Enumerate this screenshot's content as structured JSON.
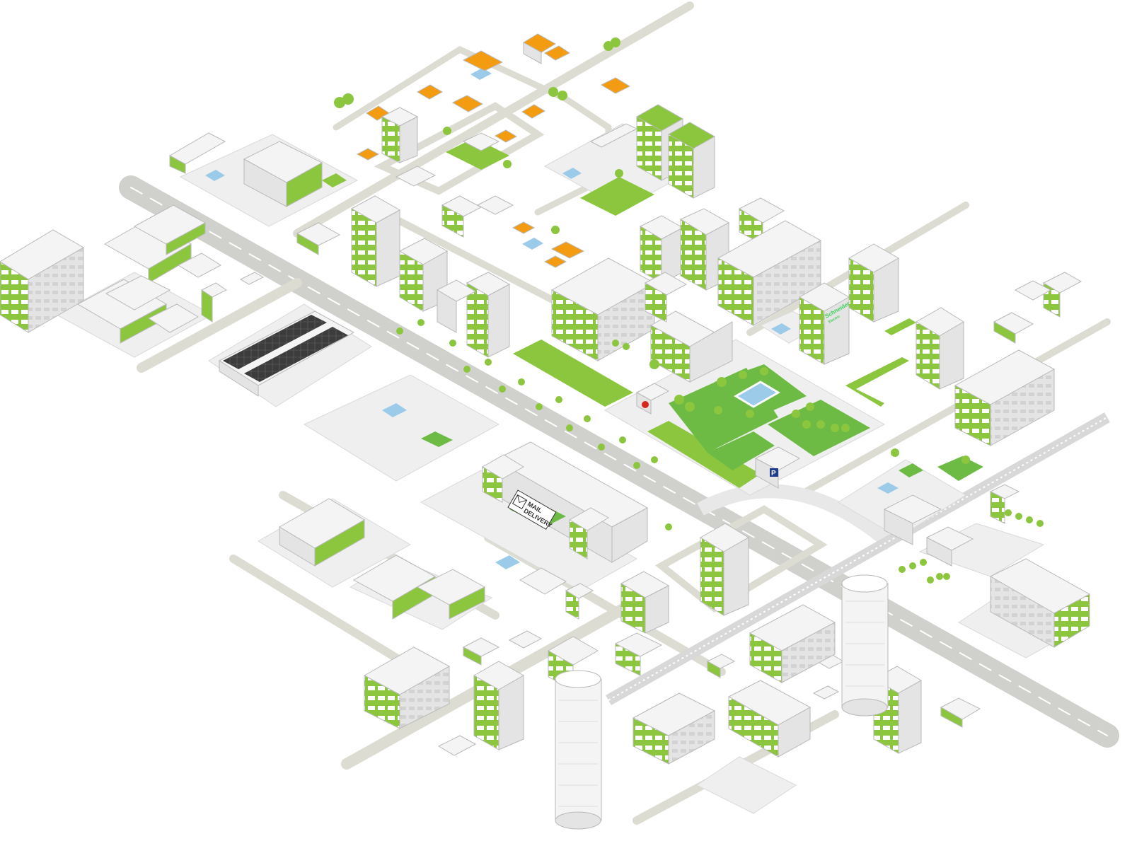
{
  "scene": {
    "colors": {
      "background": "#ffffff",
      "road": "#dcdcd2",
      "highway": "#d0d0cc",
      "plaza": "#efefef",
      "plaza_edge": "#d9d9d9",
      "building_top": "#f4f4f4",
      "building_side": "#e4e4e4",
      "building_stroke": "#b9b9b9",
      "accent_green": "#8cc63f",
      "lawn_green": "#6dbb45",
      "park_green": "#a9d67a",
      "roof_orange": "#f39c12",
      "solar_dark": "#3c3c3c",
      "ev_blue": "#9ccbea",
      "tree_green": "#8cc63f"
    },
    "signs": {
      "mail_delivery_line1": "MAIL",
      "mail_delivery_line2": "DELIVERY",
      "brand_line1": "Schneider",
      "brand_line2": "Electric",
      "parking_symbol": "P"
    }
  }
}
